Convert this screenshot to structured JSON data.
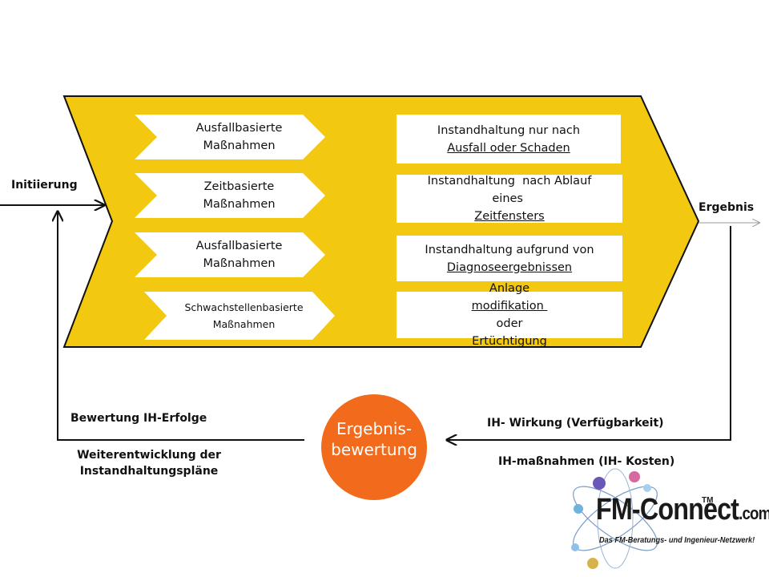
{
  "colors": {
    "chevron_fill": "#f2c811",
    "chevron_stroke": "#111111",
    "circle_fill": "#f26a1b",
    "arrow": "#111111"
  },
  "left_shapes": [
    {
      "lines": [
        "Ausfallbasierte",
        "Maßnahmen"
      ]
    },
    {
      "lines": [
        "Zeitbasierte",
        "Maßnahmen"
      ]
    },
    {
      "lines": [
        "Ausfallbasierte",
        "Maßnahmen"
      ]
    },
    {
      "lines": [
        "Schwachstellenbasierte",
        "Maßnahmen"
      ]
    }
  ],
  "right_boxes": [
    {
      "line1": "Instandhaltung nur nach",
      "line2_pre": "",
      "line2_u": "Ausfall oder Schaden",
      "line2_post": ""
    },
    {
      "line1": "Instandhaltung  nach Ablauf",
      "line2_pre": "eines ",
      "line2_u": "Zeitfensters",
      "line2_post": ""
    },
    {
      "line1": "Instandhaltung aufgrund von",
      "line2_pre": "",
      "line2_u": "Diagnoseergebnissen",
      "line2_post": ""
    },
    {
      "line1_pre": "Anlage",
      "line1_u": "modifikation ",
      "line1_post": "oder",
      "line2": "Ertüchtigung"
    }
  ],
  "labels": {
    "initiierung": "Initiierung",
    "ergebnis": "Ergebnis",
    "bewertung": "Bewertung IH-Erfolge",
    "weiter_line1": "Weiterentwicklung der",
    "weiter_line2": "Instandhaltungspläne",
    "wirkung": "IH- Wirkung (Verfügbarkeit)",
    "kosten": "IH-maßnahmen (IH- Kosten)"
  },
  "circle": {
    "line1": "Ergebnis-",
    "line2": "bewertung"
  },
  "logo": {
    "main": "FM-Connect",
    "tld": ".com",
    "tm": "TM",
    "tagline": "Das FM-Beratungs- und Ingenieur-Netzwerk!",
    "icon": "atom-orbit-icon"
  }
}
